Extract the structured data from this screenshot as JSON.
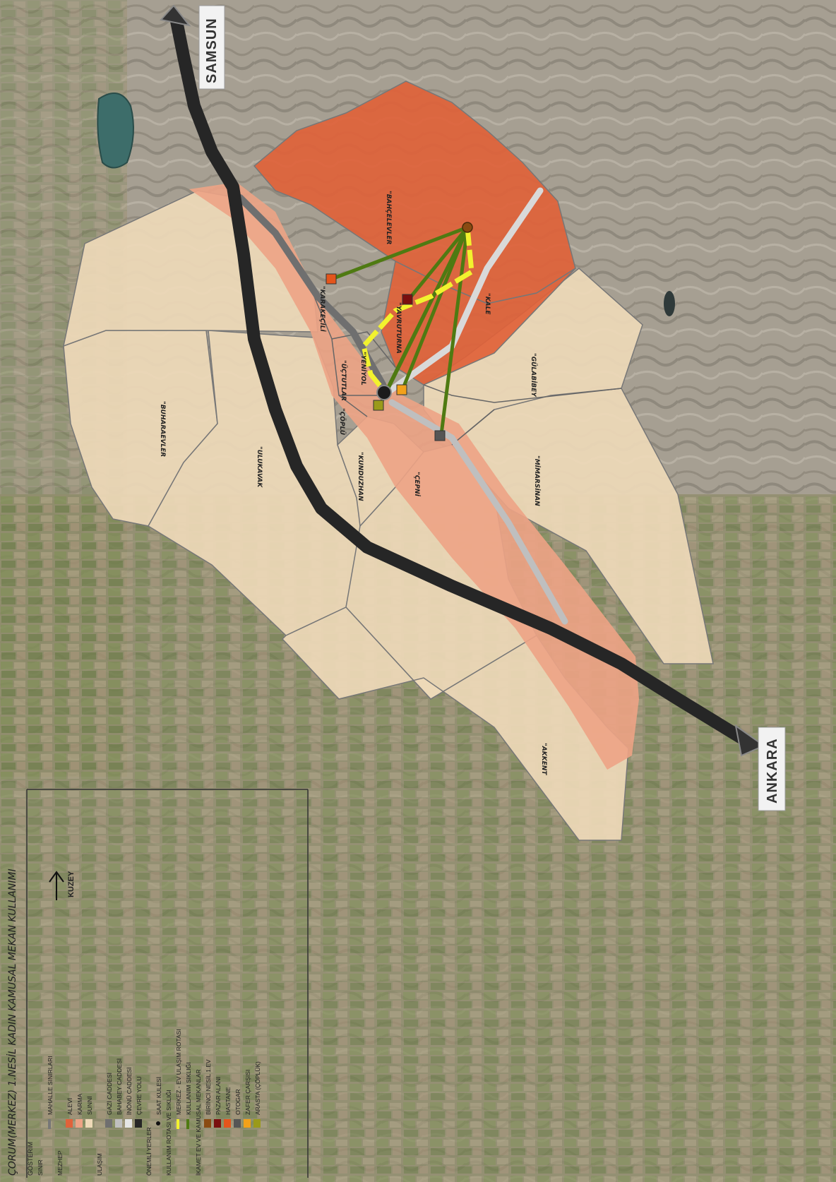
{
  "title": "ÇORUM(MERKEZ) 1.NESİL KADIN KAMUSAL MEKAN KULLANIMI",
  "north_label": "KUZEY",
  "cities": {
    "north": "SAMSUN",
    "south": "ANKARA"
  },
  "neighborhoods": [
    {
      "name": "\"BAHÇELEVLER"
    },
    {
      "name": "\"KARAKEÇİLİ"
    },
    {
      "name": "\"KALE"
    },
    {
      "name": "\"YAVRUTURNA"
    },
    {
      "name": "\"YENİYOL"
    },
    {
      "name": "\"ÜÇTUTLAR"
    },
    {
      "name": "\"ÇÖPLÜ"
    },
    {
      "name": "\"GÜLABİBEY"
    },
    {
      "name": "\"BUHARAEVLER"
    },
    {
      "name": "\"ULUKAVAK"
    },
    {
      "name": "\"KUNDUZHAN"
    },
    {
      "name": "\"ÇEPNİ"
    },
    {
      "name": "\"MİMARSİNAN"
    },
    {
      "name": "\"AKKENT"
    }
  ],
  "legend": {
    "heading": "GÖSTERİM",
    "items": [
      {
        "label": "SINIR",
        "kind": "header"
      },
      {
        "label": "MAHALLE SINIRLARI",
        "kind": "line",
        "color": "#777777"
      },
      {
        "label": "MEZHEP",
        "kind": "header"
      },
      {
        "label": "ALEVİ",
        "kind": "swatch",
        "color": "#e0623a"
      },
      {
        "label": "KARMA",
        "kind": "swatch",
        "color": "#eda385"
      },
      {
        "label": "SUNNİ",
        "kind": "swatch",
        "color": "#eed9b8"
      },
      {
        "label": "ULAŞIM",
        "kind": "header"
      },
      {
        "label": "GAZİ CADDESİ",
        "kind": "swatch",
        "color": "#6f6f6f"
      },
      {
        "label": "BAHABEY CADDESİ",
        "kind": "swatch",
        "color": "#bfbfbf"
      },
      {
        "label": "İNÖNÜ CADDESİ",
        "kind": "swatch",
        "color": "#e6e6e6"
      },
      {
        "label": "ÇEVRE YOLU",
        "kind": "swatch",
        "color": "#262626"
      },
      {
        "label": "ÖNEMLİ YERLER",
        "kind": "header"
      },
      {
        "label": "SAAT KULESİ",
        "kind": "dot",
        "color": "#111111"
      },
      {
        "label": "KULLANIM ROTASI VE SIKLIĞI",
        "kind": "header"
      },
      {
        "label": "MERKEZ - EV ULAŞIM ROTASI",
        "kind": "line",
        "color": "#f2f22e"
      },
      {
        "label": "KULLANIM SIKLIĞI",
        "kind": "line",
        "color": "#4f7a12"
      },
      {
        "label": "İKAMET EV VE KAMUSAL MEKANLAR",
        "kind": "header"
      },
      {
        "label": "BİRİNCİ NESİL 1.EV",
        "kind": "swatch",
        "color": "#8a4b12"
      },
      {
        "label": "PAZAR ALANI",
        "kind": "swatch",
        "color": "#7a0f0f"
      },
      {
        "label": "HASTANE",
        "kind": "swatch",
        "color": "#e4551c"
      },
      {
        "label": "OTOGAR",
        "kind": "swatch",
        "color": "#555555"
      },
      {
        "label": "ZAFER ÇARŞISI",
        "kind": "swatch",
        "color": "#f2a11a"
      },
      {
        "label": "ARASTA (ÇÖPLÜK)",
        "kind": "swatch",
        "color": "#9a9a1a"
      }
    ]
  },
  "colors": {
    "alevi": "#e0623a",
    "karma": "#eda385",
    "sunni": "#eed9b8",
    "ring_road": "#262626",
    "gazi": "#6f6f6f",
    "inonu": "#d9d9d9",
    "route": "#f2f22e",
    "usage": "#4f7a12"
  }
}
